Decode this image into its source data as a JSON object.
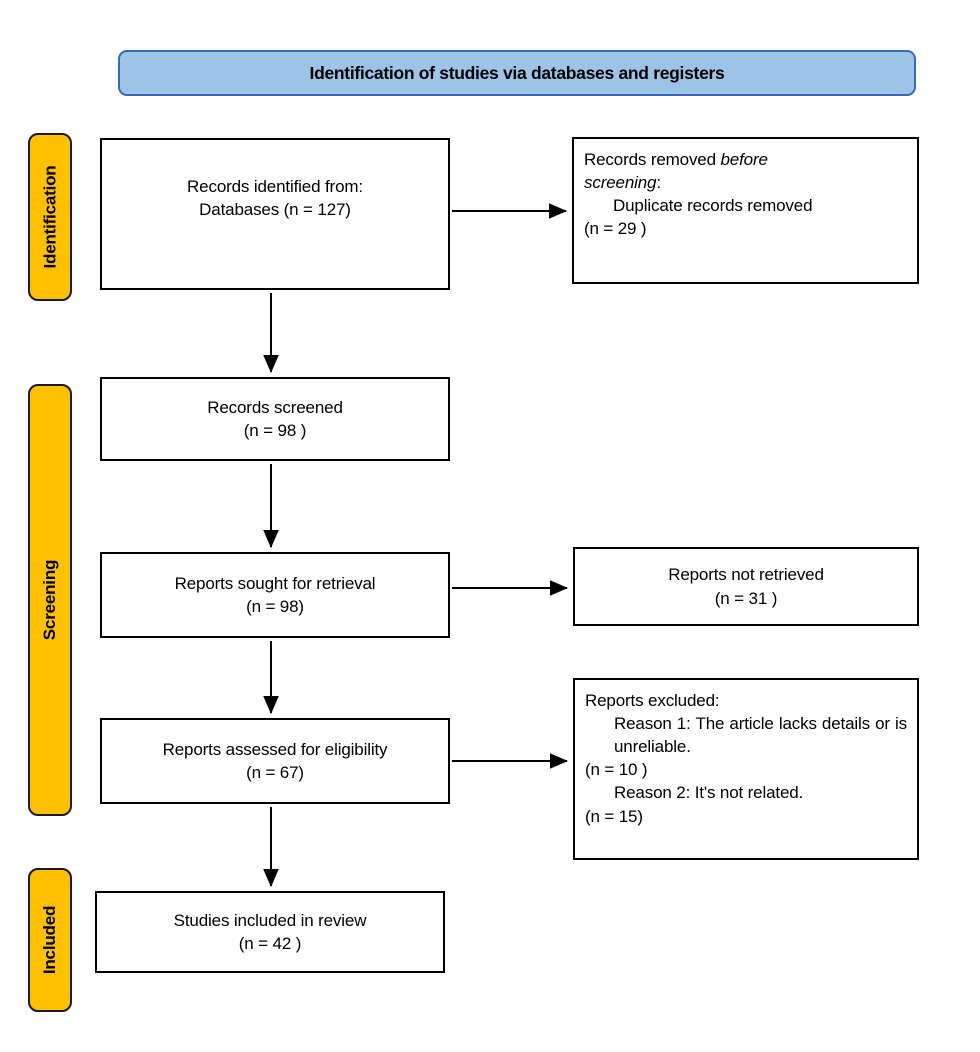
{
  "banner": {
    "title": "Identification of studies via databases and registers",
    "fill_color": "#9DC3E6",
    "border_color": "#3B68B5"
  },
  "stages": [
    {
      "id": "identification",
      "label": "Identification",
      "color": "#FFC000"
    },
    {
      "id": "screening",
      "label": "Screening",
      "color": "#FFC000"
    },
    {
      "id": "included",
      "label": "Included",
      "color": "#FFC000"
    }
  ],
  "boxes": {
    "records_identified": {
      "line1": "Records identified from:",
      "line2": "Databases (n = 127)"
    },
    "records_removed": {
      "line1_a": "Records removed ",
      "line1_italic": "before",
      "line2_italic": "screening",
      "line2_b": ":",
      "line3": "Duplicate records removed",
      "line4": "(n = 29 )"
    },
    "records_screened": {
      "line1": "Records screened",
      "line2": "(n = 98 )"
    },
    "reports_sought": {
      "line1": "Reports sought for retrieval",
      "line2": "(n = 98)"
    },
    "reports_not_retrieved": {
      "line1": "Reports not retrieved",
      "line2": "(n = 31 )"
    },
    "reports_assessed": {
      "line1": "Reports assessed for eligibility",
      "line2": "(n = 67)"
    },
    "reports_excluded": {
      "line1": "Reports excluded:",
      "line2": "Reason 1:  The article lacks details or is unreliable.",
      "line3": "(n = 10 )",
      "line4": "Reason 2: It's not related.",
      "line5": "(n = 15)"
    },
    "studies_included": {
      "line1": "Studies included in review",
      "line2": "(n = 42 )"
    }
  },
  "connectors": [
    {
      "name": "identified-to-removed",
      "type": "horizontal-arrow"
    },
    {
      "name": "identified-to-screened",
      "type": "vertical-arrow"
    },
    {
      "name": "screened-to-sought",
      "type": "vertical-arrow"
    },
    {
      "name": "sought-to-notretrieved",
      "type": "horizontal-arrow"
    },
    {
      "name": "sought-to-assessed",
      "type": "vertical-arrow"
    },
    {
      "name": "assessed-to-excluded",
      "type": "horizontal-arrow"
    },
    {
      "name": "assessed-to-included",
      "type": "vertical-arrow"
    }
  ]
}
